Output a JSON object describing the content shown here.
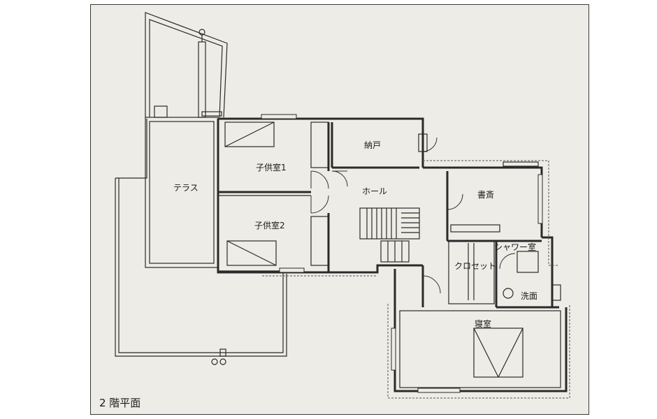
{
  "plan": {
    "caption": "2 階平面",
    "rooms": {
      "terrace": "テラス",
      "child_room_1": "子供室1",
      "child_room_2": "子供室2",
      "storage": "納戸",
      "hall": "ホール",
      "study": "書斎",
      "shower_room": "シャワー室",
      "closet": "クロセット",
      "washroom": "洗面",
      "bedroom": "寝室"
    }
  }
}
